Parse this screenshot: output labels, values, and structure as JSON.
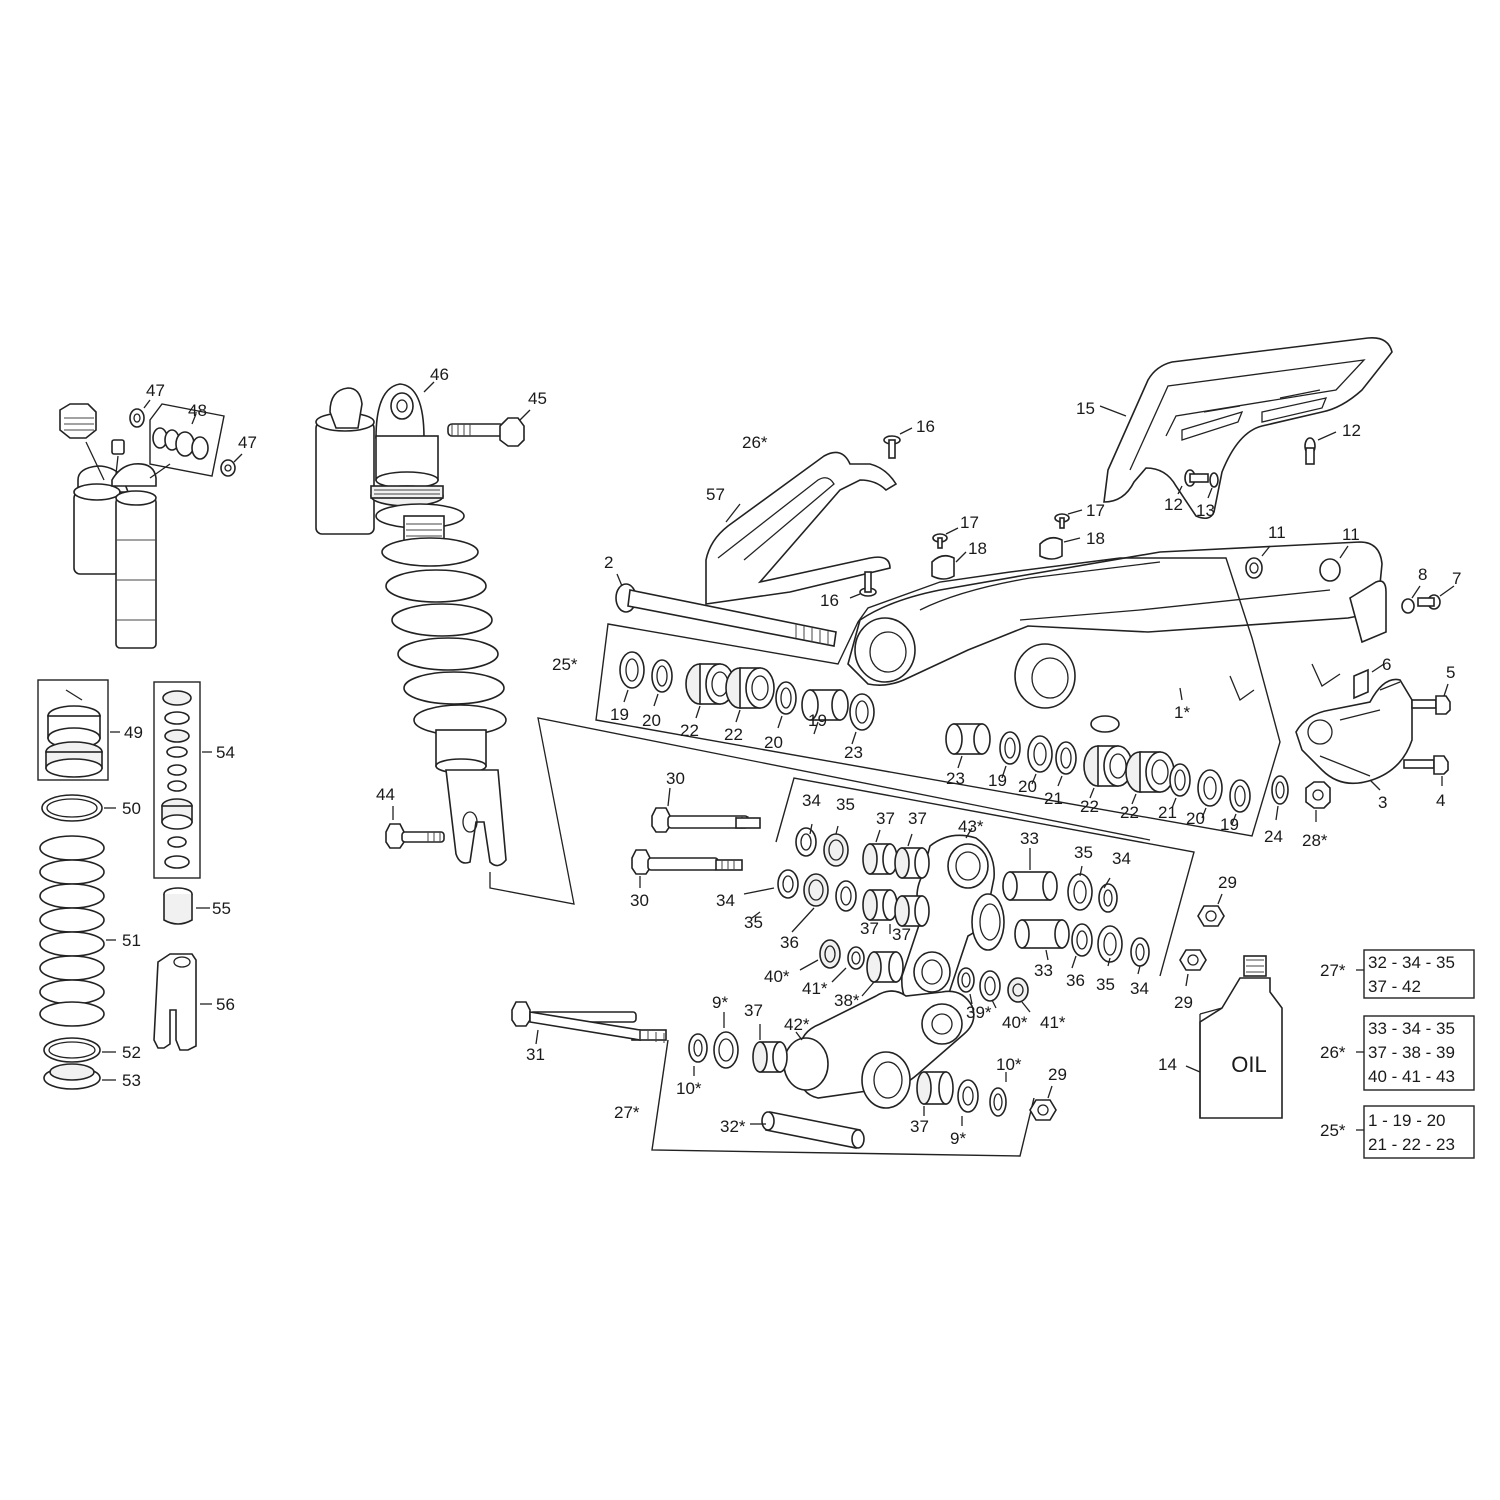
{
  "labels": {
    "l1": "1*",
    "l2": "2",
    "l3": "3",
    "l4": "4",
    "l5": "5",
    "l6": "6",
    "l7": "7",
    "l8": "8",
    "l9a": "9*",
    "l9b": "9*",
    "l10a": "10*",
    "l10b": "10*",
    "l11a": "11",
    "l11b": "11",
    "l12a": "12",
    "l12b": "12",
    "l13": "13",
    "l14": "14",
    "l15": "15",
    "l16a": "16",
    "l16b": "16",
    "l17a": "17",
    "l17b": "17",
    "l18a": "18",
    "l18b": "18",
    "l19a": "19",
    "l19b": "19",
    "l19c": "19",
    "l19d": "19",
    "l20a": "20",
    "l20b": "20",
    "l20c": "20",
    "l20d": "20",
    "l21a": "21",
    "l21b": "21",
    "l22a": "22",
    "l22b": "22",
    "l22c": "22",
    "l22d": "22",
    "l23a": "23",
    "l23b": "23",
    "l24": "24",
    "l25": "25*",
    "l26": "26*",
    "l27": "27*",
    "l28": "28*",
    "l29a": "29",
    "l29b": "29",
    "l29c": "29",
    "l30a": "30",
    "l30b": "30",
    "l31": "31",
    "l32": "32*",
    "l33a": "33",
    "l33b": "33",
    "l34a": "34",
    "l34b": "34",
    "l34c": "34",
    "l34d": "34",
    "l35a": "35",
    "l35b": "35",
    "l35c": "35",
    "l35d": "35",
    "l36a": "36",
    "l36b": "36",
    "l37a": "37",
    "l37b": "37",
    "l37c": "37",
    "l37d": "37",
    "l37e": "37",
    "l38": "38*",
    "l39": "39*",
    "l40a": "40*",
    "l40b": "40*",
    "l41a": "41*",
    "l41b": "41*",
    "l42": "42*",
    "l43": "43*",
    "l44": "44",
    "l45": "45",
    "l46": "46",
    "l47a": "47",
    "l47b": "47",
    "l48": "48",
    "l49": "49",
    "l50": "50",
    "l51": "51",
    "l52": "52",
    "l53": "53",
    "l54": "54",
    "l55": "55",
    "l56": "56",
    "l57": "57"
  },
  "bottle_label": "OIL",
  "kits": [
    {
      "id": "27*",
      "rows": [
        "32 - 34 - 35",
        "37 - 42"
      ]
    },
    {
      "id": "26*",
      "rows": [
        "33 - 34 - 35",
        "37 - 38 - 39",
        "40 - 41 - 43"
      ]
    },
    {
      "id": "25*",
      "rows": [
        "1 - 19 - 20",
        "21 - 22 - 23"
      ]
    }
  ]
}
